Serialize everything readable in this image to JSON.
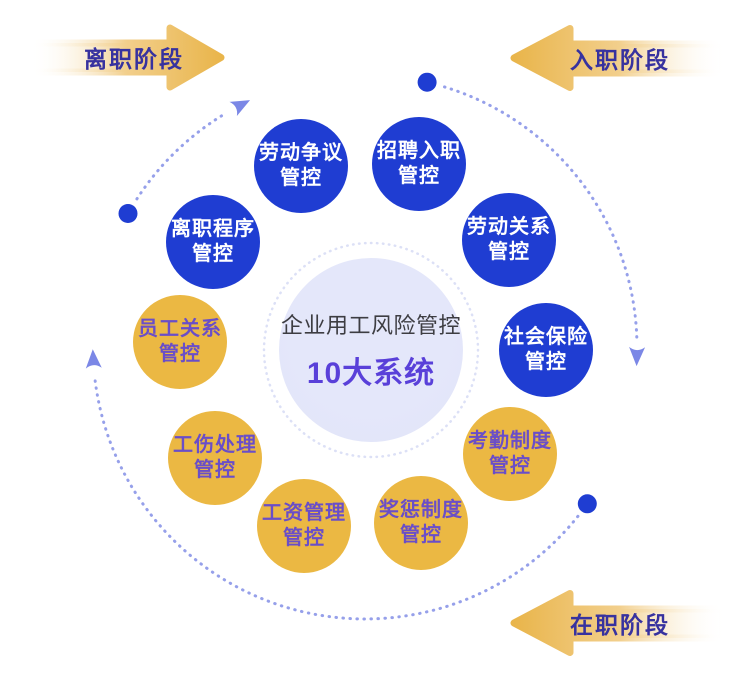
{
  "center": {
    "title": "企业用工风险管控",
    "subtitle": "10大系统"
  },
  "phases": [
    {
      "id": "resignation",
      "label": "离职阶段",
      "arrow_direction": "right",
      "position": "top-left"
    },
    {
      "id": "onboarding",
      "label": "入职阶段",
      "arrow_direction": "left",
      "position": "top-right"
    },
    {
      "id": "employment",
      "label": "在职阶段",
      "arrow_direction": "left",
      "position": "bottom-right"
    }
  ],
  "systems": [
    {
      "line1": "劳动争议",
      "line2": "管控",
      "color": "blue"
    },
    {
      "line1": "招聘入职",
      "line2": "管控",
      "color": "blue"
    },
    {
      "line1": "劳动关系",
      "line2": "管控",
      "color": "blue"
    },
    {
      "line1": "社会保险",
      "line2": "管控",
      "color": "blue"
    },
    {
      "line1": "考勤制度",
      "line2": "管控",
      "color": "gold"
    },
    {
      "line1": "奖惩制度",
      "line2": "管控",
      "color": "gold"
    },
    {
      "line1": "工资管理",
      "line2": "管控",
      "color": "gold"
    },
    {
      "line1": "工伤处理",
      "line2": "管控",
      "color": "gold"
    },
    {
      "line1": "员工关系",
      "line2": "管控",
      "color": "gold"
    },
    {
      "line1": "离职程序",
      "line2": "管控",
      "color": "blue"
    }
  ],
  "colors": {
    "blue": "#1F3DD2",
    "gold": "#EBB843",
    "purple_text": "#6A4EC8",
    "center_fill": "#E1E4F8",
    "center_title_color": "#3D3D42",
    "center_subtitle_color": "#5940D9",
    "arrow_gold": "#E9B54B",
    "arrow_label_color": "#37329F",
    "arc_dash": "#96A0EA",
    "arc_arrowhead": "#7B87E6",
    "inner_ring": "#DCE0F6"
  }
}
